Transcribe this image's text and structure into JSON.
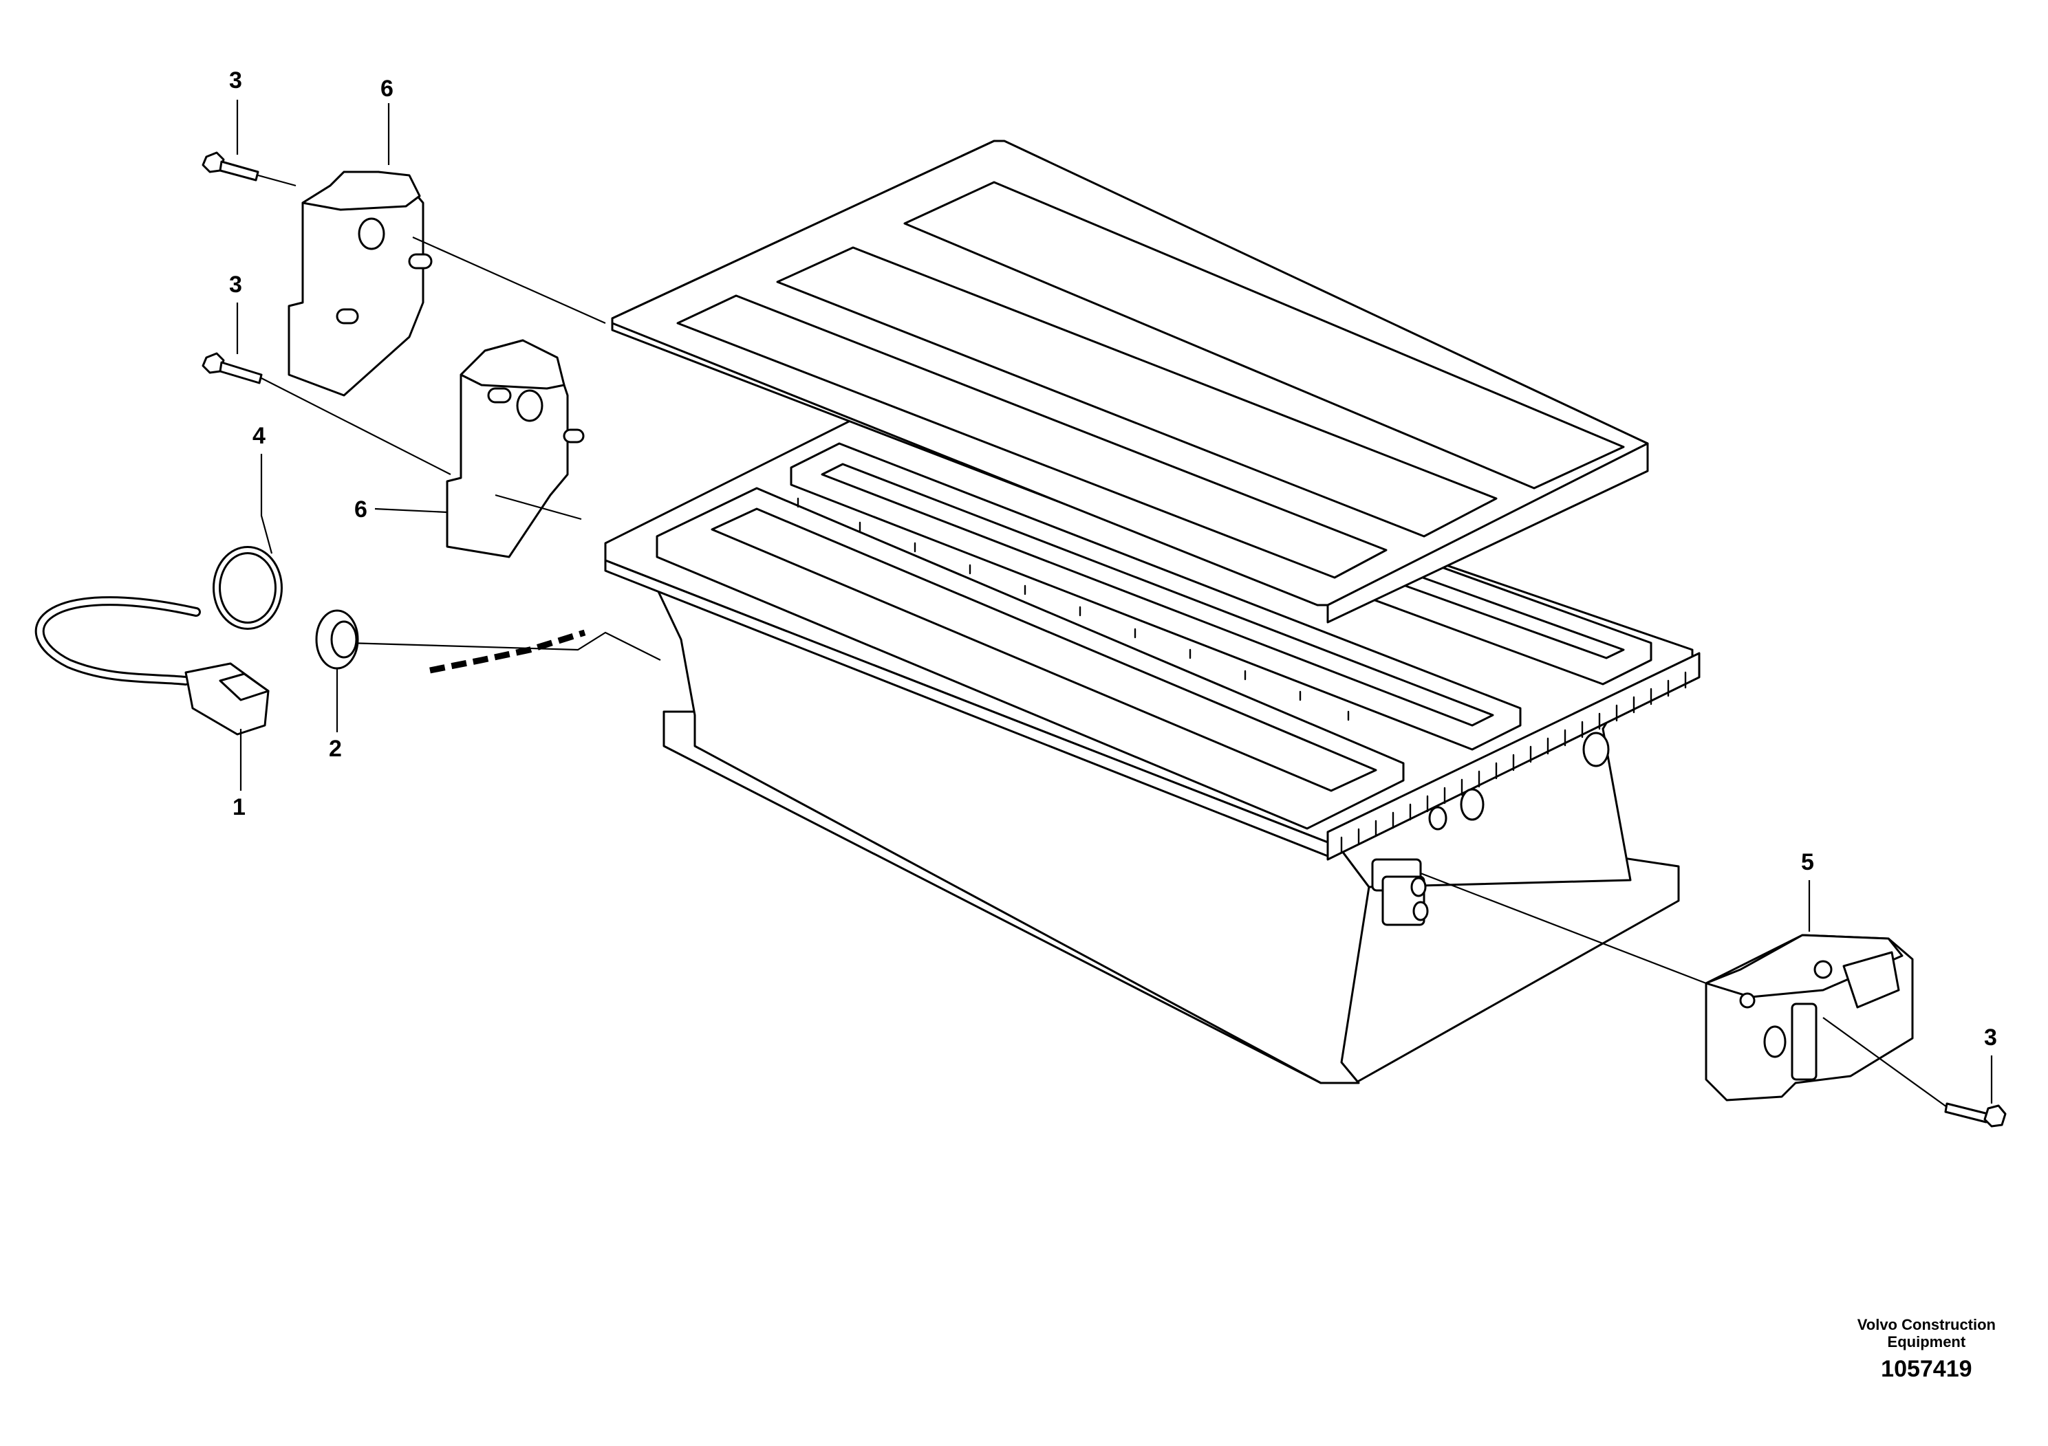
{
  "callouts": {
    "c1": "1",
    "c2": "2",
    "c3a": "3",
    "c3b": "3",
    "c3c": "3",
    "c4": "4",
    "c5": "5",
    "c6a": "6",
    "c6b": "6"
  },
  "footer": {
    "brand_line1": "Volvo Construction",
    "brand_line2": "Equipment",
    "drawing_number": "1057419"
  }
}
